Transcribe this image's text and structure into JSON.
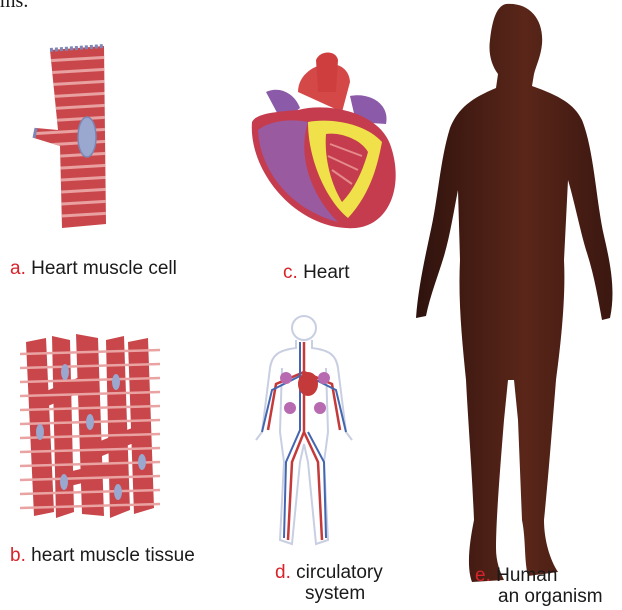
{
  "top_fragment": "ms.",
  "colors": {
    "letter": "#d8232a",
    "muscle": "#c9474b",
    "muscle_stripe": "#e9a0a0",
    "nucleus": "#9aa7cf",
    "silhouette": "#4a1f18"
  },
  "panels": [
    {
      "id": "a",
      "letter": "a.",
      "label": "Heart muscle cell"
    },
    {
      "id": "b",
      "letter": "b.",
      "label": "heart muscle tissue"
    },
    {
      "id": "c",
      "letter": "c.",
      "label": "Heart"
    },
    {
      "id": "d",
      "letter": "d.",
      "label_line1": "circulatory",
      "label_line2": "system"
    },
    {
      "id": "e",
      "letter": "e.",
      "label_line1": "Human",
      "label_line2": "an organism"
    }
  ]
}
